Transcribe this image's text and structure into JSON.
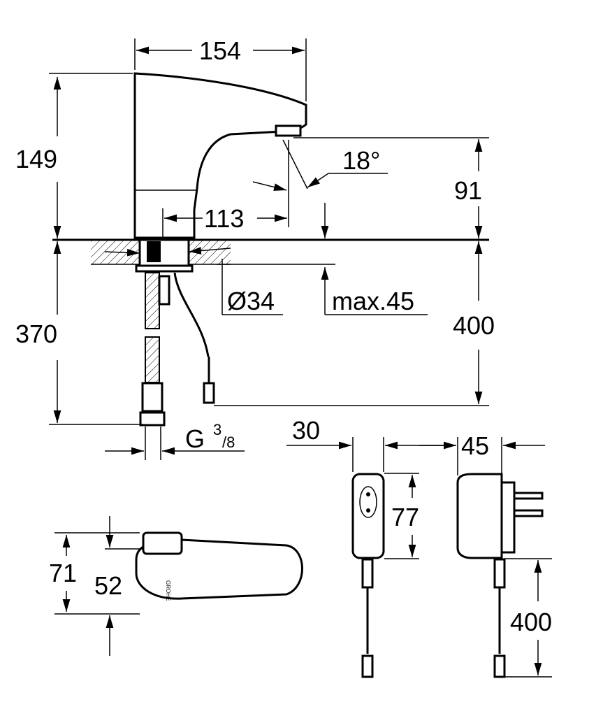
{
  "title": "Sensor faucet dimension drawing",
  "dimensions": {
    "spout_length": "154",
    "height_total": "149",
    "sensor_angle": "18°",
    "spout_height": "91",
    "spout_reach": "113",
    "hole_diameter": "Ø34",
    "max_thickness": "max.45",
    "hose_length": "370",
    "cable_length": "400",
    "thread": "G",
    "thread_num": "3",
    "thread_den": "/8",
    "adapter_width": "30",
    "adapter_depth": "45",
    "adapter_height": "77",
    "top_width": "71",
    "top_body": "52",
    "adapter_cable": "400"
  },
  "logo_text": "GROHE"
}
